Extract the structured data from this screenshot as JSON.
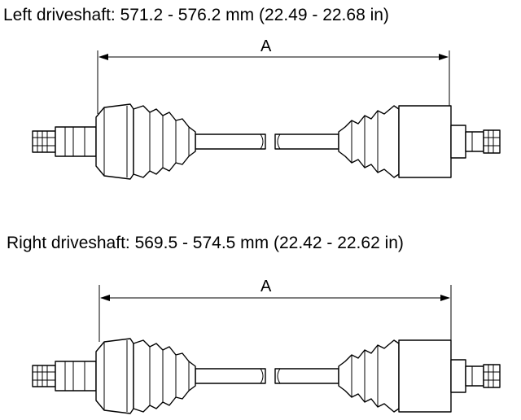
{
  "diagram": {
    "shafts": [
      {
        "caption": "Left driveshaft: 571.2 - 576.2 mm (22.49 - 22.68 in)",
        "dimension_label": "A"
      },
      {
        "caption": "Right driveshaft: 569.5 - 574.5 mm (22.42 - 22.62 in)",
        "dimension_label": "A"
      }
    ]
  }
}
